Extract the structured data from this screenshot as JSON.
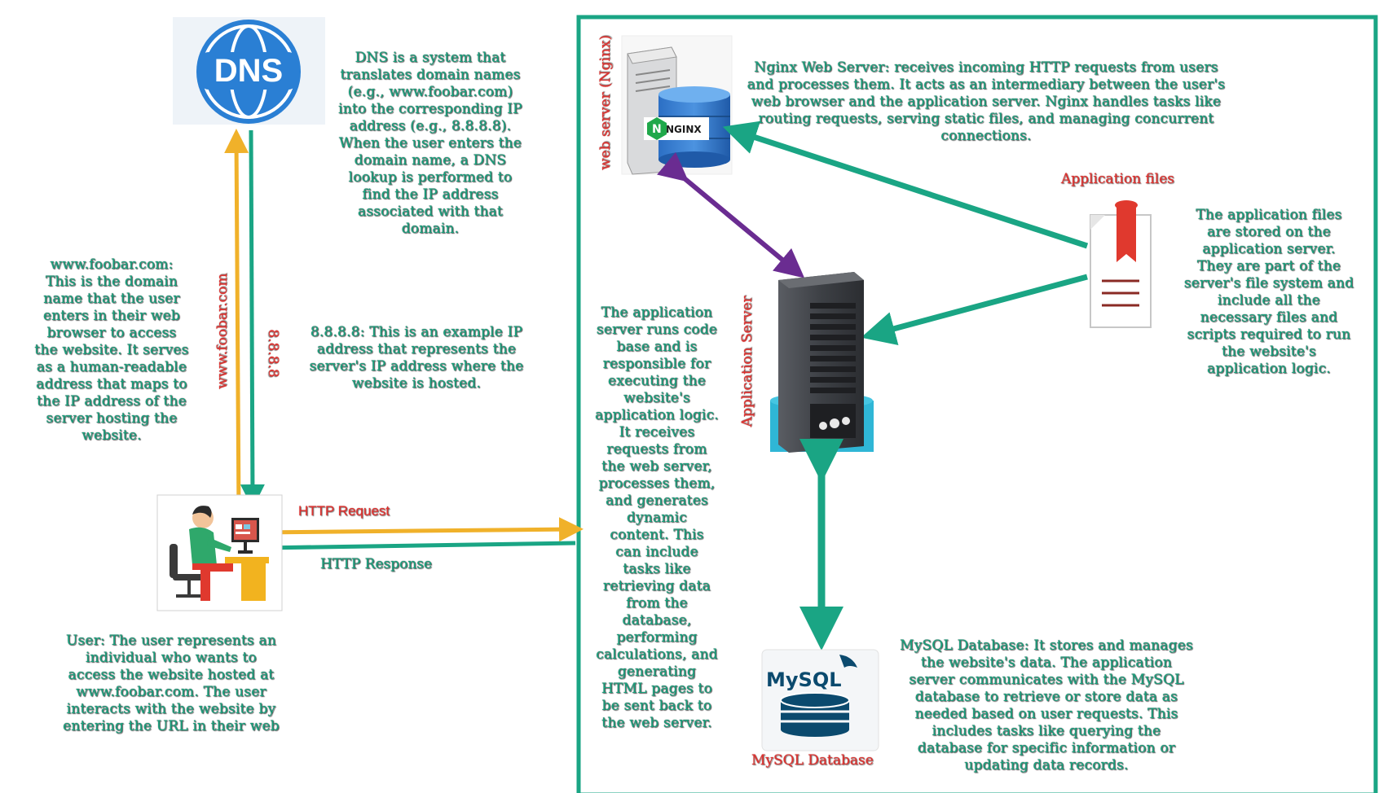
{
  "dns": {
    "logo_text": "DNS",
    "description": "DNS is a system that translates domain names (e.g., www.foobar.com) into the corresponding IP address (e.g., 8.8.8.8). When the user enters the domain name, a DNS lookup is performed to find the IP address associated with that domain."
  },
  "domain_note": "www.foobar.com: This is the domain name that the user enters in their web browser to access the website. It serves as a human-readable address that maps to the IP address of the server hosting the website.",
  "ip_note": "8.8.8.8: This is an example IP address that represents the server's IP address where the website is hosted.",
  "arrow_labels": {
    "domain": "www.foobar.com",
    "ip": "8.8.8.8",
    "http_request": "HTTP Request",
    "http_response": "HTTP Response"
  },
  "user_note": "User: The user represents an individual who wants to access the website hosted at www.foobar.com. The user interacts with the website by entering the URL in their web",
  "web_server": {
    "label": "web server (Nginx)",
    "logo_text": "NGINX",
    "description": "Nginx Web Server: receives incoming HTTP requests from users and processes them. It acts as an intermediary between the user's web browser and the application server. Nginx handles tasks like routing requests, serving static files, and managing concurrent connections."
  },
  "app_server": {
    "label": "Application Server",
    "description": "The application server runs code base and is responsible for executing the website's application logic. It receives requests from the web server, processes them, and generates dynamic content. This can include tasks like retrieving data from the database, performing calculations, and generating HTML pages to be sent back to the web server."
  },
  "app_files": {
    "label": "Application files",
    "description": "The application files are stored on the application server. They are part of the server's file system and include all the necessary files and scripts required to run the website's application logic."
  },
  "database": {
    "label": "MySQL Database",
    "logo_text": "MySQL",
    "description": "MySQL Database: It stores and manages the website's data. The application server communicates with the MySQL database to retrieve or store data as needed based on user requests. This includes tasks like querying the database for specific information or updating data records."
  },
  "colors": {
    "green": "#1aa584",
    "orange": "#f0b12a",
    "purple": "#6a2c91",
    "red_label": "#e0322f",
    "dns_blue": "#2a7fd4"
  }
}
